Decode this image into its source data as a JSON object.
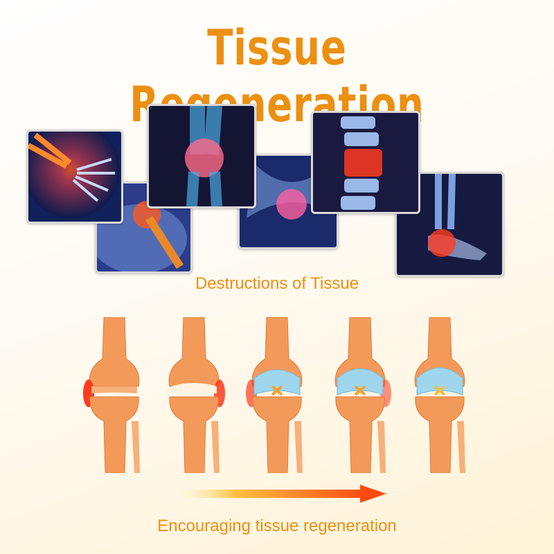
{
  "title": "Tissue Regeneration",
  "section_top": {
    "caption": "Destructions of Tissue",
    "images": [
      {
        "subject": "wrist"
      },
      {
        "subject": "shoulder"
      },
      {
        "subject": "knee"
      },
      {
        "subject": "hip"
      },
      {
        "subject": "spine"
      },
      {
        "subject": "foot"
      }
    ]
  },
  "section_bottom": {
    "caption": "Encouraging tissue regeneration",
    "stages": 5
  },
  "colors": {
    "accent": "#ec9012",
    "pain": "#ff3b1f",
    "bone": "#f39a5a",
    "cartilage": "#9fd6ee"
  }
}
